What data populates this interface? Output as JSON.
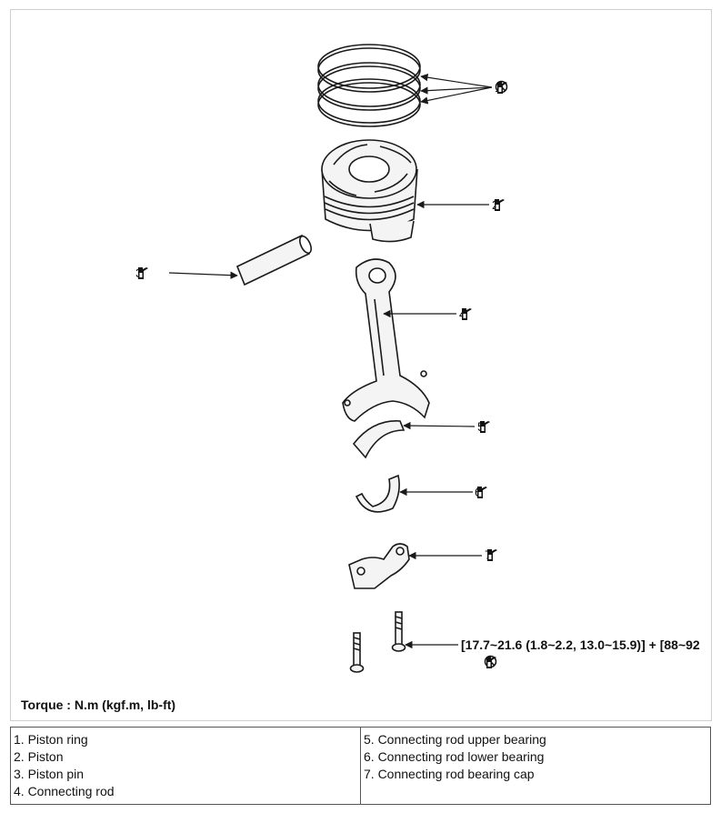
{
  "callouts": [
    {
      "number": "1",
      "icons": [
        "no-reuse-icon",
        "oil-can-icon"
      ]
    },
    {
      "number": "2",
      "icons": [
        "oil-can-icon"
      ]
    },
    {
      "number": "3",
      "icons": [
        "oil-can-icon"
      ]
    },
    {
      "number": "4",
      "icons": [
        "oil-can-icon"
      ]
    },
    {
      "number": "5",
      "icons": [
        "oil-can-icon"
      ]
    },
    {
      "number": "6",
      "icons": [
        "oil-can-icon"
      ]
    },
    {
      "number": "7",
      "icons": [
        "oil-can-icon"
      ]
    }
  ],
  "bolt_torque": "[17.7~21.6 (1.8~2.2, 13.0~15.9)] + [88~92",
  "torque_note": "Torque : N.m (kgf.m, lb-ft)",
  "legend": {
    "left": [
      "1. Piston ring",
      "2. Piston",
      "3. Piston pin",
      "4. Connecting rod"
    ],
    "right": [
      "5. Connecting rod upper bearing",
      "6. Connecting rod lower bearing",
      "7. Connecting rod bearing cap"
    ]
  },
  "colors": {
    "line": "#1a1a1a",
    "part_fill": "#f4f4f4",
    "shade": "#d9d9d9",
    "frame": "#cfcfcf"
  }
}
